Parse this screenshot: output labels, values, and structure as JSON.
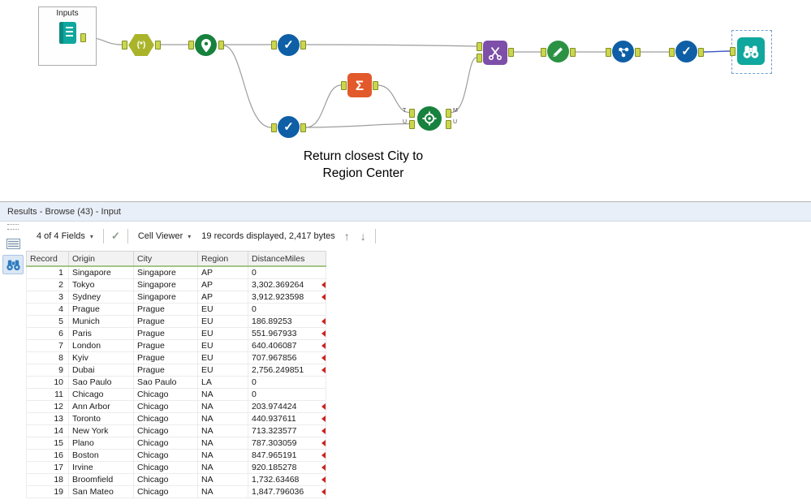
{
  "canvas": {
    "container_label": "Inputs",
    "annotation": "Return closest City to\nRegion Center",
    "icons": {
      "formula_glyph": "(*)",
      "select_glyph": "✓",
      "summarize_glyph": "Σ"
    },
    "anchor_labels": {
      "t": "T",
      "u_in": "U",
      "m": "M",
      "u_out": "U"
    }
  },
  "results": {
    "header_title": "Results - Browse (43) - Input",
    "toolbar": {
      "fields_label": "4 of 4 Fields",
      "caret": "▾",
      "check_glyph": "✓",
      "cell_viewer_label": "Cell Viewer",
      "records_info": "19 records displayed, 2,417 bytes",
      "up_arrow": "↑",
      "down_arrow": "↓"
    },
    "table": {
      "columns": [
        "Record",
        "Origin",
        "City",
        "Region",
        "DistanceMiles"
      ],
      "column_keys": [
        "record",
        "origin",
        "city",
        "region",
        "distance"
      ],
      "rows": [
        {
          "cells": [
            "1",
            "Singapore",
            "Singapore",
            "AP",
            "0"
          ],
          "marker": false
        },
        {
          "cells": [
            "2",
            "Tokyo",
            "Singapore",
            "AP",
            "3,302.369264"
          ],
          "marker": true
        },
        {
          "cells": [
            "3",
            "Sydney",
            "Singapore",
            "AP",
            "3,912.923598"
          ],
          "marker": true
        },
        {
          "cells": [
            "4",
            "Prague",
            "Prague",
            "EU",
            "0"
          ],
          "marker": false
        },
        {
          "cells": [
            "5",
            "Munich",
            "Prague",
            "EU",
            "186.89253"
          ],
          "marker": true
        },
        {
          "cells": [
            "6",
            "Paris",
            "Prague",
            "EU",
            "551.967933"
          ],
          "marker": true
        },
        {
          "cells": [
            "7",
            "London",
            "Prague",
            "EU",
            "640.406087"
          ],
          "marker": true
        },
        {
          "cells": [
            "8",
            "Kyiv",
            "Prague",
            "EU",
            "707.967856"
          ],
          "marker": true
        },
        {
          "cells": [
            "9",
            "Dubai",
            "Prague",
            "EU",
            "2,756.249851"
          ],
          "marker": true
        },
        {
          "cells": [
            "10",
            "Sao Paulo",
            "Sao Paulo",
            "LA",
            "0"
          ],
          "marker": false
        },
        {
          "cells": [
            "11",
            "Chicago",
            "Chicago",
            "NA",
            "0"
          ],
          "marker": false
        },
        {
          "cells": [
            "12",
            "Ann Arbor",
            "Chicago",
            "NA",
            "203.974424"
          ],
          "marker": true
        },
        {
          "cells": [
            "13",
            "Toronto",
            "Chicago",
            "NA",
            "440.937611"
          ],
          "marker": true
        },
        {
          "cells": [
            "14",
            "New York",
            "Chicago",
            "NA",
            "713.323577"
          ],
          "marker": true
        },
        {
          "cells": [
            "15",
            "Plano",
            "Chicago",
            "NA",
            "787.303059"
          ],
          "marker": true
        },
        {
          "cells": [
            "16",
            "Boston",
            "Chicago",
            "NA",
            "847.965191"
          ],
          "marker": true
        },
        {
          "cells": [
            "17",
            "Irvine",
            "Chicago",
            "NA",
            "920.185278"
          ],
          "marker": true
        },
        {
          "cells": [
            "18",
            "Broomfield",
            "Chicago",
            "NA",
            "1,732.63468"
          ],
          "marker": true
        },
        {
          "cells": [
            "19",
            "San Mateo",
            "Chicago",
            "NA",
            "1,847.796036"
          ],
          "marker": true
        }
      ]
    }
  },
  "colors": {
    "selection_blue": "#3a56c4",
    "wire_gray": "#9d9d9d",
    "anchor_green": "#ccd64d",
    "marker_red": "#cc2222",
    "select_blue": "#0e5fa6",
    "spatial_green": "#17813d",
    "distance_green": "#2b9243",
    "formula_olive": "#a9b42a",
    "summarize_orange": "#e2592b",
    "join_purple": "#7e4fa8",
    "teal": "#0fa79e",
    "header_green_underline": "#a3c585"
  }
}
